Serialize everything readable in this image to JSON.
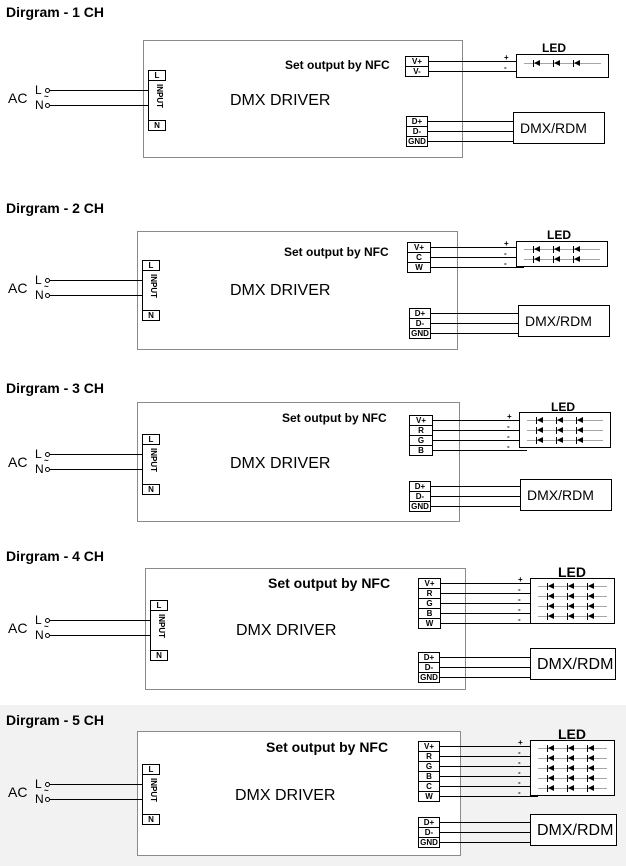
{
  "diagrams": [
    {
      "title": "Dirgram - 1 CH",
      "outputs": [
        "V+",
        "V-"
      ],
      "signs": [
        "+",
        "-"
      ],
      "led_rows": 1
    },
    {
      "title": "Dirgram - 2 CH",
      "outputs": [
        "V+",
        "C",
        "W"
      ],
      "signs": [
        "+",
        "-",
        "-"
      ],
      "led_rows": 2
    },
    {
      "title": "Dirgram - 3 CH",
      "outputs": [
        "V+",
        "R",
        "G",
        "B"
      ],
      "signs": [
        "+",
        "-",
        "-",
        "-"
      ],
      "led_rows": 3
    },
    {
      "title": "Dirgram - 4 CH",
      "outputs": [
        "V+",
        "R",
        "G",
        "B",
        "W"
      ],
      "signs": [
        "+",
        "-",
        "-",
        "-",
        "-"
      ],
      "led_rows": 4
    },
    {
      "title": "Dirgram - 5 CH",
      "outputs": [
        "V+",
        "R",
        "G",
        "B",
        "C",
        "W"
      ],
      "signs": [
        "+",
        "-",
        "-",
        "-",
        "-",
        "-"
      ],
      "led_rows": 5
    }
  ],
  "common": {
    "ac_label": "AC",
    "line_label": "L",
    "neutral_label": "N",
    "input_label": "INPUT",
    "input_terminal_l": "L",
    "input_terminal_n": "N",
    "driver_label": "DMX DRIVER",
    "nfc_label": "Set output by NFC",
    "led_label": "LED",
    "dmx_outputs": [
      "D+",
      "D-",
      "GND"
    ],
    "dmx_label": "DMX/RDM"
  }
}
